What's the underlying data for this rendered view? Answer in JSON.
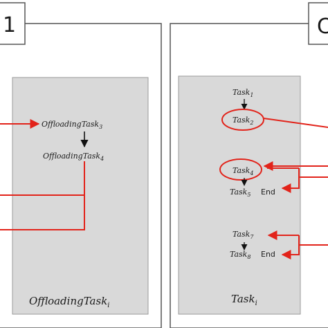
{
  "panel_left": {
    "header": "1",
    "tasks": [
      {
        "base": "OffloadingTask",
        "sub": "3"
      },
      {
        "base": "OffloadingTask",
        "sub": "4"
      }
    ],
    "footer": {
      "base": "OffloadingTask",
      "sub": "i"
    }
  },
  "panel_right": {
    "header": "C",
    "tasks": [
      {
        "base": "Task",
        "sub": "1",
        "suffix": ""
      },
      {
        "base": "Task",
        "sub": "2",
        "suffix": ""
      },
      {
        "base": "Task",
        "sub": "4",
        "suffix": ""
      },
      {
        "base": "Task",
        "sub": "5",
        "suffix": "End"
      },
      {
        "base": "Task",
        "sub": "7",
        "suffix": ""
      },
      {
        "base": "Task",
        "sub": "8",
        "suffix": "End"
      }
    ],
    "footer": {
      "base": "Task",
      "sub": "i"
    }
  },
  "colors": {
    "panel_border": "#555555",
    "inner_fill": "#d9d9d9",
    "inner_border": "#9a9a9a",
    "arrow_red": "#e2231a",
    "arrow_black": "#111111"
  }
}
